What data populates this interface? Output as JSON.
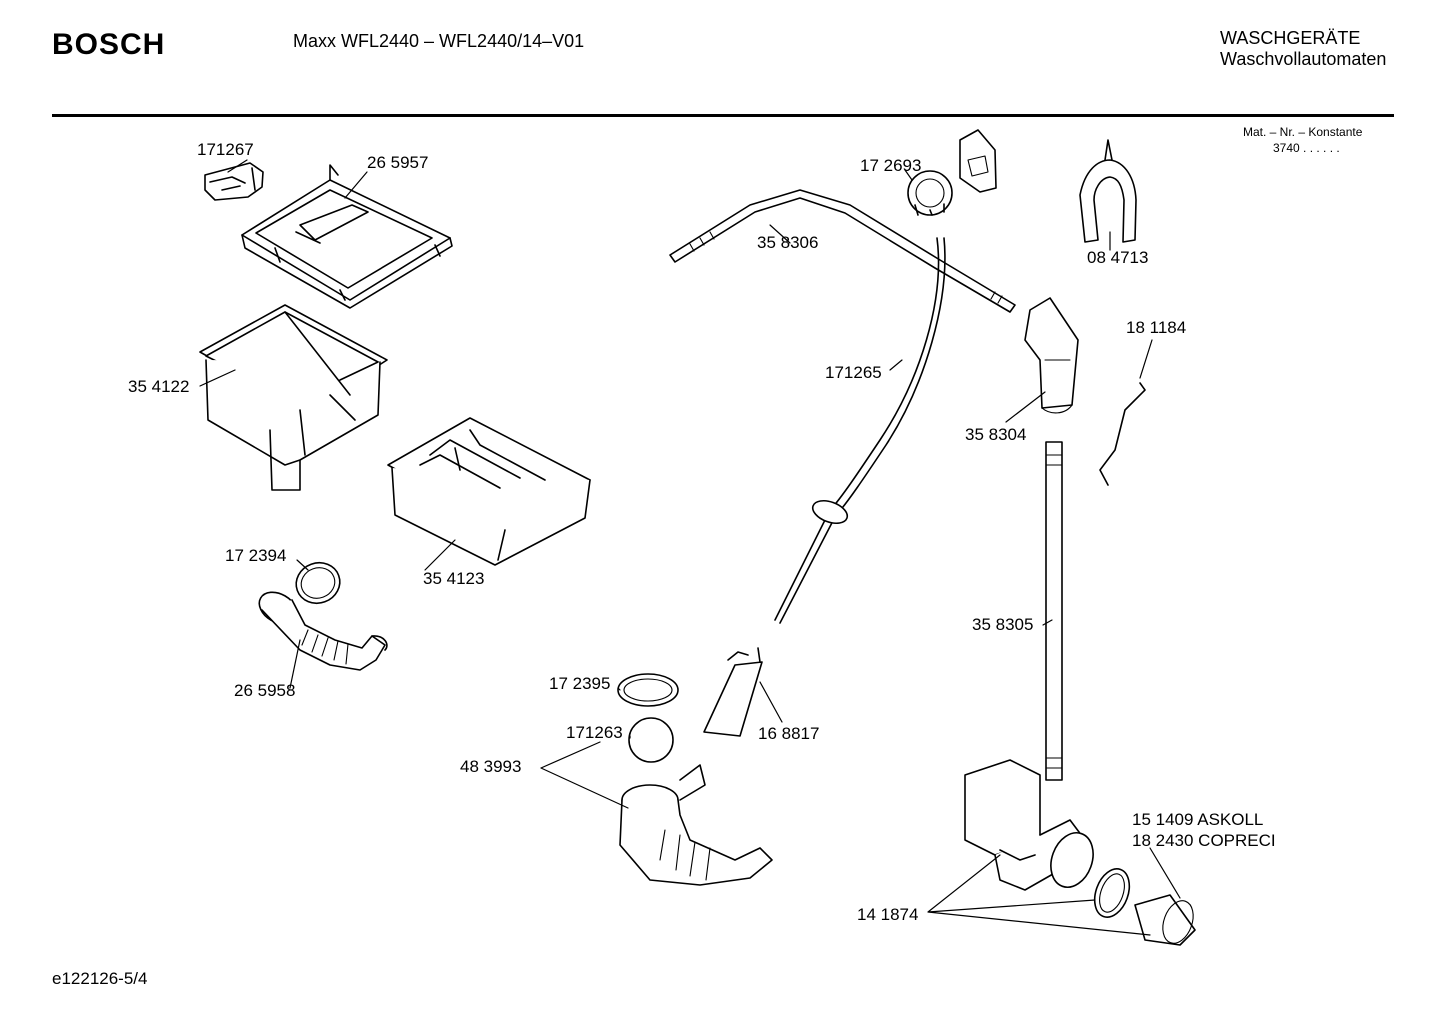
{
  "header": {
    "brand": "BOSCH",
    "model": "Maxx WFL2440 – WFL2440/14–V01",
    "category_line1": "WASCHGERÄTE",
    "category_line2": "Waschvollautomaten"
  },
  "material": {
    "label": "Mat. – Nr. – Konstante",
    "value": "3740  .  .  .  .  .  ."
  },
  "footer": {
    "doc_id": "e122126-5/4"
  },
  "parts": [
    {
      "id": "p171267",
      "number": "171267"
    },
    {
      "id": "p265957",
      "number": "26 5957"
    },
    {
      "id": "p354122",
      "number": "35 4122"
    },
    {
      "id": "p354123",
      "number": "35 4123"
    },
    {
      "id": "p172394",
      "number": "17 2394"
    },
    {
      "id": "p265958",
      "number": "26 5958"
    },
    {
      "id": "p172693",
      "number": "17 2693"
    },
    {
      "id": "p358306",
      "number": "35 8306"
    },
    {
      "id": "p171265",
      "number": "171265"
    },
    {
      "id": "p084713",
      "number": "08 4713"
    },
    {
      "id": "p181184",
      "number": "18 1184"
    },
    {
      "id": "p358304",
      "number": "35 8304"
    },
    {
      "id": "p358305",
      "number": "35 8305"
    },
    {
      "id": "p172395",
      "number": "17 2395"
    },
    {
      "id": "p171263",
      "number": "171263"
    },
    {
      "id": "p483993",
      "number": "48 3993"
    },
    {
      "id": "p168817",
      "number": "16 8817"
    },
    {
      "id": "p151409",
      "number": "15 1409  ASKOLL"
    },
    {
      "id": "p182430",
      "number": "18 2430  COPRECI"
    },
    {
      "id": "p141874",
      "number": "14 1874"
    }
  ]
}
